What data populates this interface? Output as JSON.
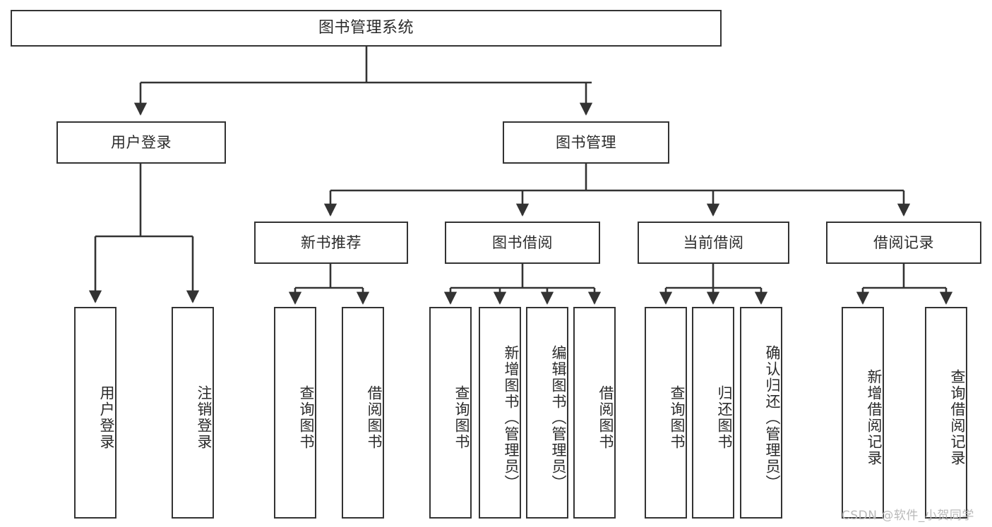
{
  "diagram": {
    "title": "图书管理系统",
    "type": "tree",
    "colors": {
      "stroke": "#333333",
      "box_fill": "#ffffff",
      "text": "#2b2b2b",
      "background": "#ffffff",
      "watermark": "#b9b9b9"
    },
    "root": {
      "label": "图书管理系统"
    },
    "level2": [
      {
        "label": "用户登录"
      },
      {
        "label": "图书管理"
      }
    ],
    "level3": [
      {
        "label": "新书推荐"
      },
      {
        "label": "图书借阅"
      },
      {
        "label": "当前借阅"
      },
      {
        "label": "借阅记录"
      }
    ],
    "leaves": {
      "user_login": [
        {
          "label": "用户登录"
        },
        {
          "label": "注销登录"
        }
      ],
      "new_book": [
        {
          "label": "查询图书"
        },
        {
          "label": "借阅图书"
        }
      ],
      "book_borrow": [
        {
          "label": "查询图书"
        },
        {
          "label": "新增图书（管理员）"
        },
        {
          "label": "编辑图书（管理员）"
        },
        {
          "label": "借阅图书"
        }
      ],
      "current_borrow": [
        {
          "label": "查询图书"
        },
        {
          "label": "归还图书"
        },
        {
          "label": "确认归还（管理员）"
        }
      ],
      "borrow_record": [
        {
          "label": "新增借阅记录"
        },
        {
          "label": "查询借阅记录"
        }
      ]
    }
  },
  "watermark": {
    "text": "CSDN @软件_小贺同学"
  }
}
